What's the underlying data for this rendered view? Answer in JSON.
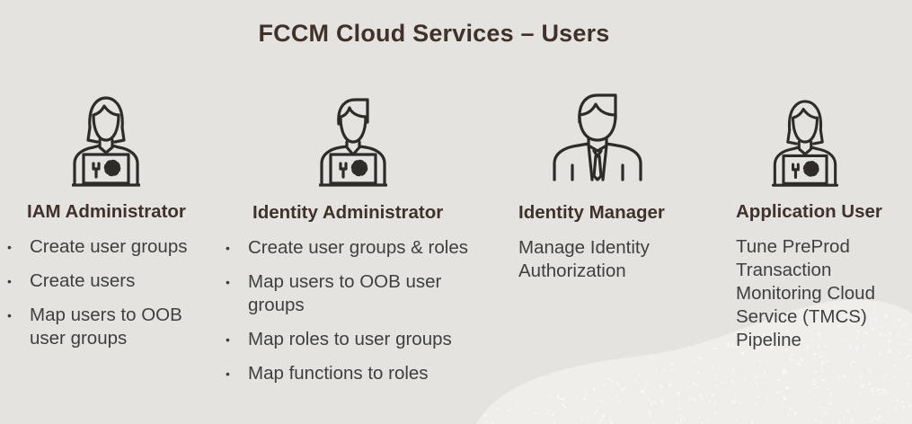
{
  "page": {
    "title": "FCCM Cloud Services – Users"
  },
  "columns": [
    {
      "heading": "IAM Administrator",
      "icon": "female-user-laptop-tools-icon",
      "items": [
        "Create user groups",
        "Create users",
        "Map users to OOB user groups"
      ]
    },
    {
      "heading": "Identity Administrator",
      "icon": "male-user-laptop-tools-icon",
      "items": [
        "Create user groups & roles",
        "Map users to OOB user groups",
        "Map roles to user groups",
        "Map functions to roles"
      ]
    },
    {
      "heading": "Identity Manager",
      "icon": "male-user-suit-tie-icon",
      "description": "Manage Identity Authorization"
    },
    {
      "heading": "Application User",
      "icon": "female-user-laptop-tools-icon",
      "description": "Tune PreProd Transaction Monitoring Cloud Service (TMCS) Pipeline"
    }
  ],
  "bullet_glyph": "•",
  "colors": {
    "background": "#e4e3e0",
    "heading": "#40312a",
    "body_text": "#3f3f3f",
    "icon_stroke": "#2e2b29",
    "texture": "#f4f3f0"
  }
}
